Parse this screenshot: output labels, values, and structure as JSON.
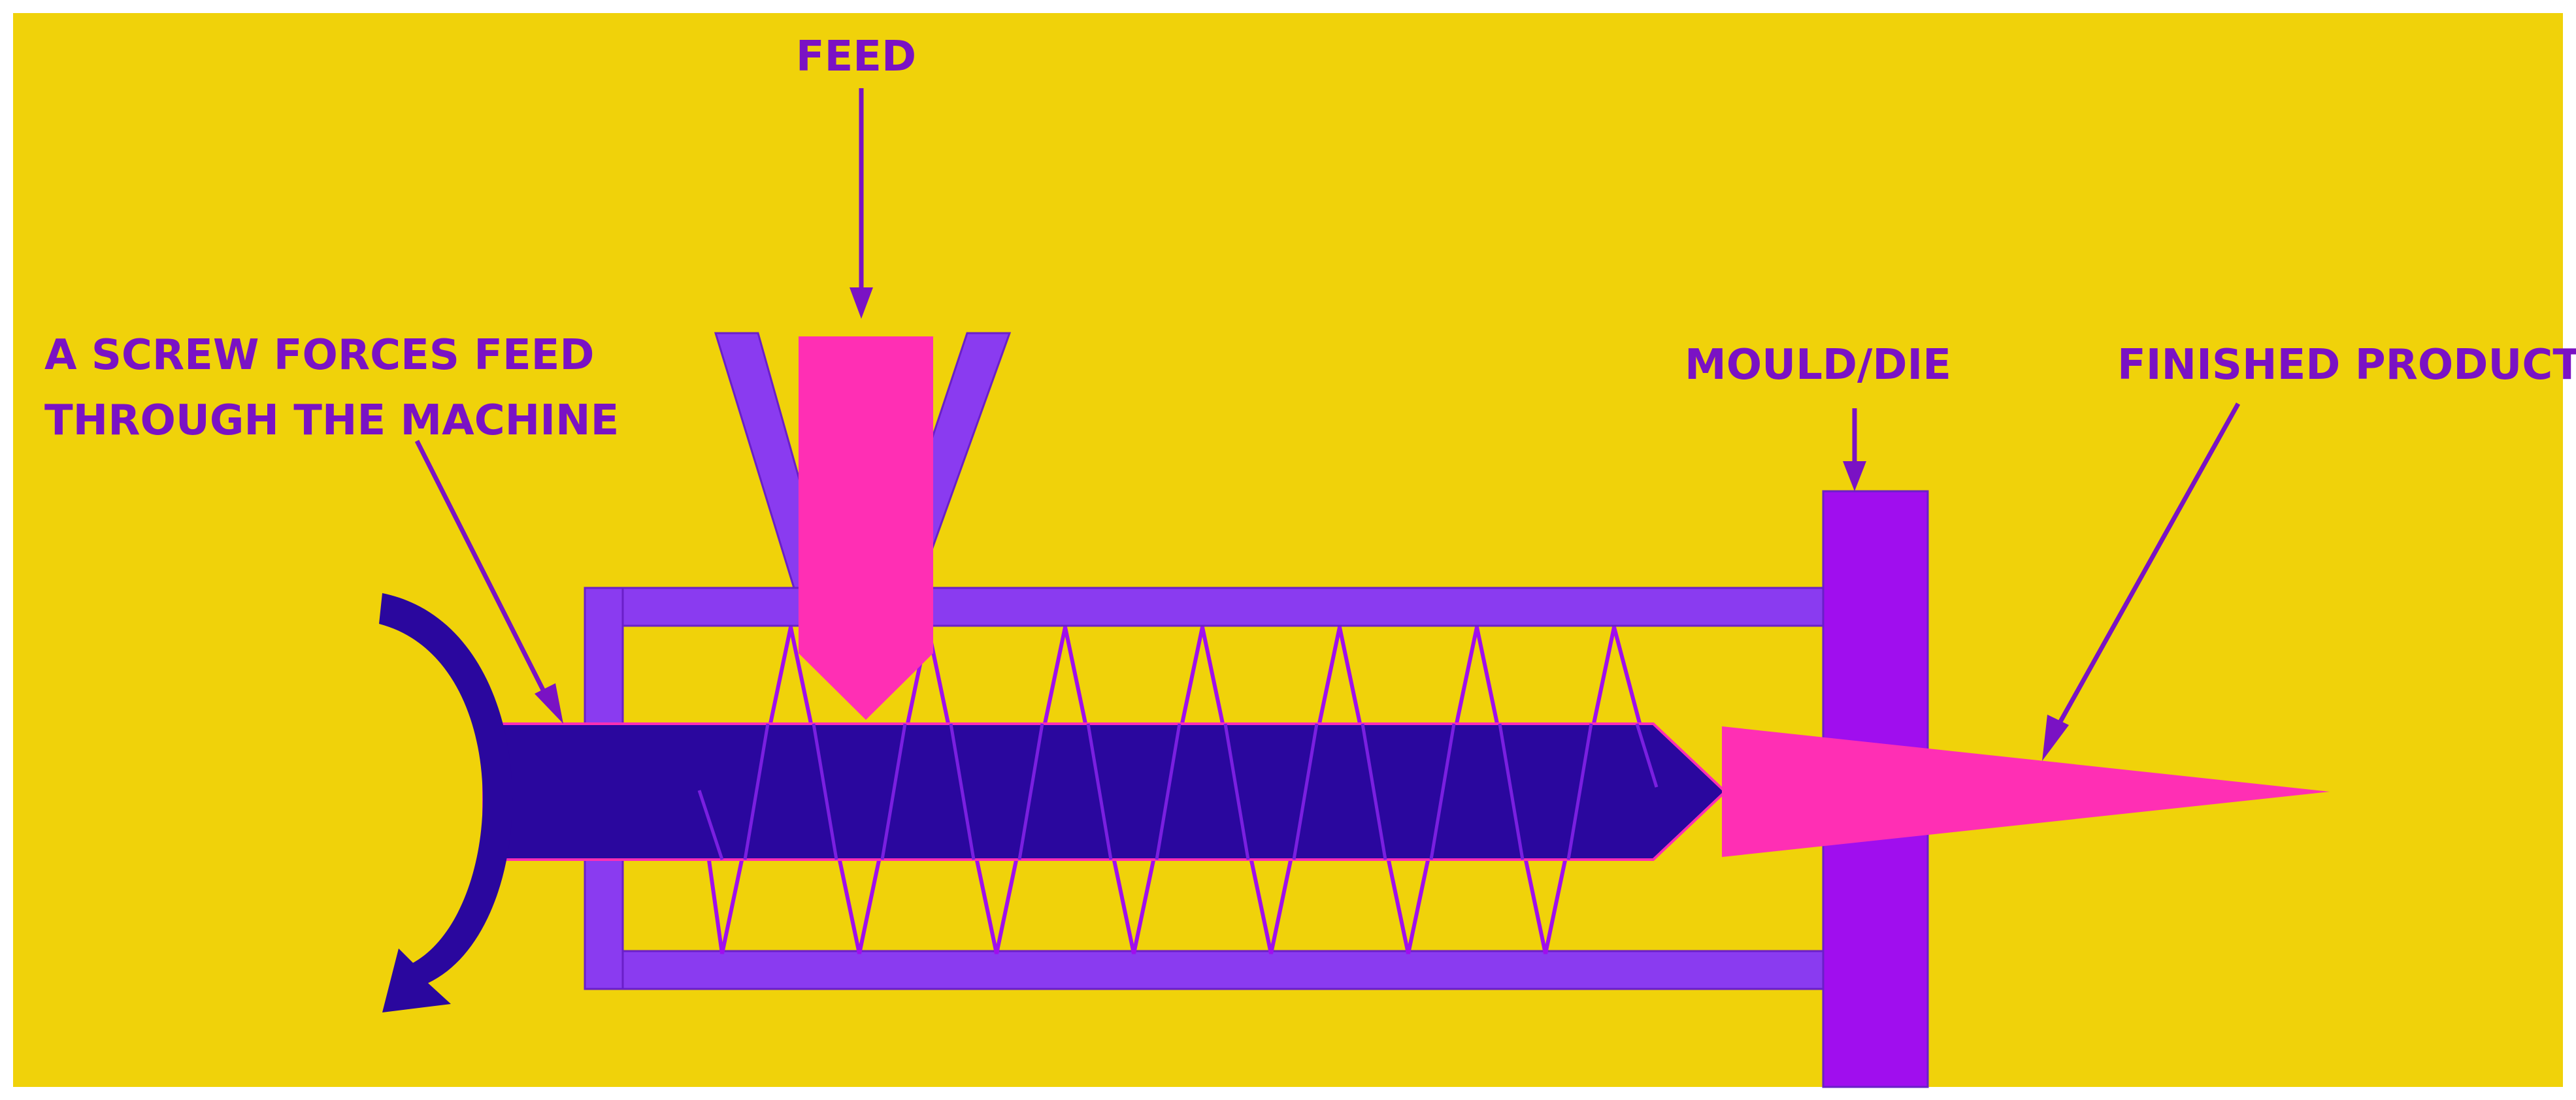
{
  "labels": {
    "feed": "FEED",
    "screw_line1": "A SCREW FORCES FEED",
    "screw_line2": "THROUGH THE MACHINE",
    "mould": "MOULD/DIE",
    "product": "FINISHED PRODUCT"
  },
  "colors": {
    "background": "#F0D20A",
    "barrel": "#8A3BF0",
    "die": "#A00EEE",
    "screw_shaft": "#2A079E",
    "feed_and_product": "#FF2FB4",
    "text_and_arrows": "#7A12C4"
  }
}
